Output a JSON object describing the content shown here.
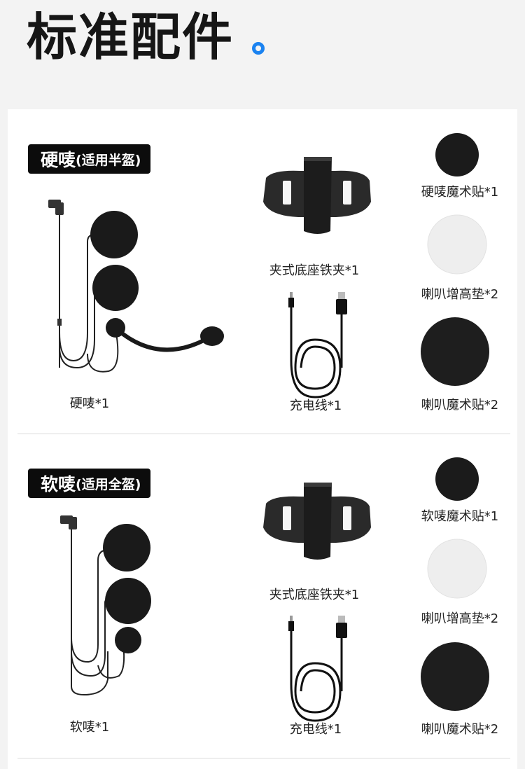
{
  "header": {
    "title": "标准配件"
  },
  "sections": [
    {
      "badge_main": "硬唛",
      "badge_sub": "(适用半盔)",
      "items": {
        "headset": "硬唛*1",
        "clip": "夹式底座铁夹*1",
        "cable": "充电线*1",
        "mic_velcro": "硬唛魔术贴*1",
        "spacer": "喇叭增高垫*2",
        "speaker_velcro": "喇叭魔术贴*2"
      }
    },
    {
      "badge_main": "软唛",
      "badge_sub": "(适用全盔)",
      "items": {
        "headset": "软唛*1",
        "clip": "夹式底座铁夹*1",
        "cable": "充电线*1",
        "mic_velcro": "软唛魔术贴*1",
        "spacer": "喇叭增高垫*2",
        "speaker_velcro": "喇叭魔术贴*2"
      }
    }
  ],
  "colors": {
    "accent": "#1a82f0",
    "badge_bg": "#0c0c0c",
    "product": "#1a1a1a",
    "spacer": "#eeeeee"
  }
}
